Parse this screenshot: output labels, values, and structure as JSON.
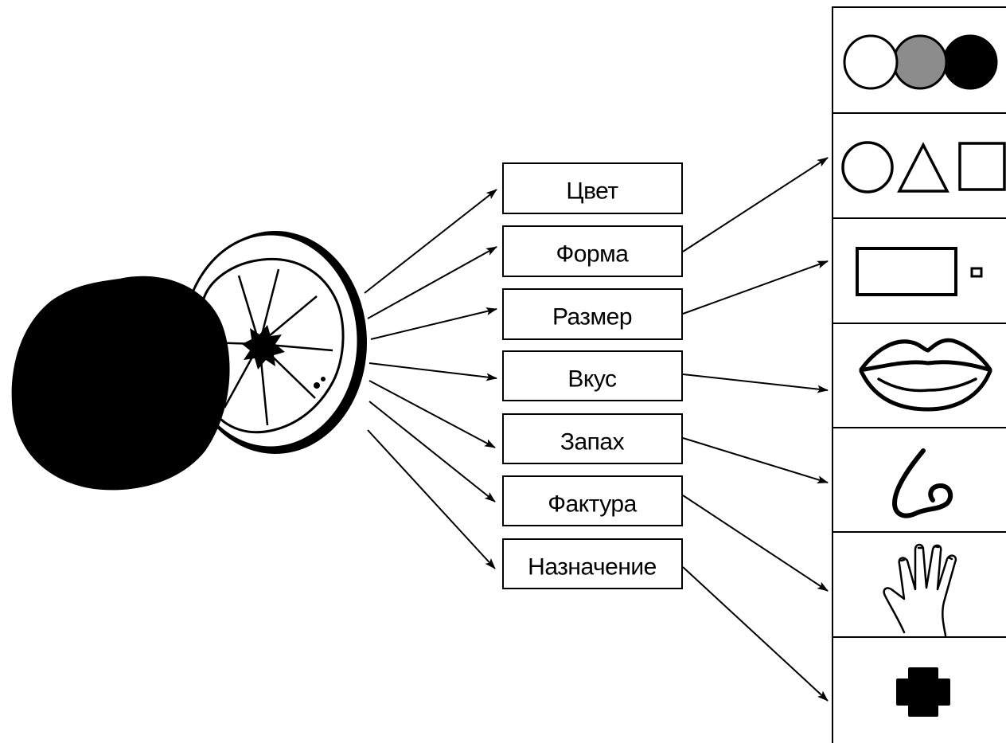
{
  "colors": {
    "ink": "#000000",
    "paper": "#ffffff",
    "mid_gray": "#8c8c8c"
  },
  "source": {
    "icon": "orange-half-icon"
  },
  "properties": [
    {
      "label": "Цвет"
    },
    {
      "label": "Форма"
    },
    {
      "label": "Размер"
    },
    {
      "label": "Вкус"
    },
    {
      "label": "Запах"
    },
    {
      "label": "Фактура"
    },
    {
      "label": "Назначение"
    }
  ],
  "symbols": [
    {
      "icon": "color-circles-icon"
    },
    {
      "icon": "shapes-icon"
    },
    {
      "icon": "size-rectangles-icon"
    },
    {
      "icon": "lips-icon"
    },
    {
      "icon": "nose-icon"
    },
    {
      "icon": "hand-icon"
    },
    {
      "icon": "cross-icon"
    }
  ]
}
